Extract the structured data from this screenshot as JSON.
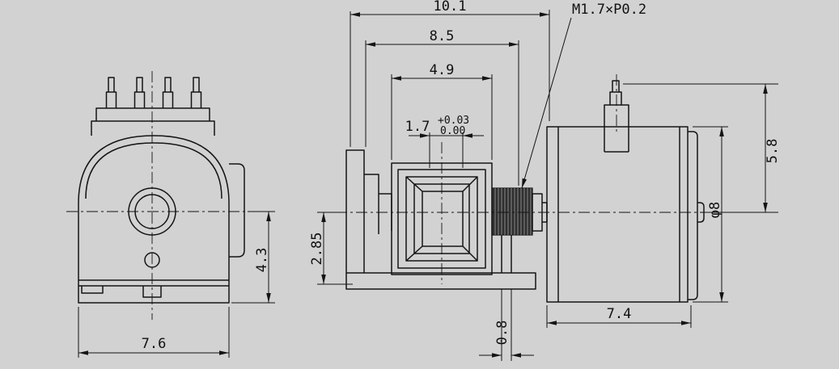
{
  "background": "#d2d2d2",
  "ink": "#141414",
  "front_view": {
    "width": "7.6",
    "height": "4.3"
  },
  "side_view": {
    "overall_length": "10.1",
    "body_length": "8.5",
    "gearbox_width": "4.9",
    "slot_width": "1.7",
    "slot_tol_upper": "+0.03",
    "slot_tol_lower": "0.00",
    "thread_spec": "M1.7×P0.2",
    "center_height": "2.85",
    "bracket_thickness": "0.8",
    "motor_length": "7.4",
    "motor_diameter": "φ8",
    "terminal_height": "5.8"
  }
}
